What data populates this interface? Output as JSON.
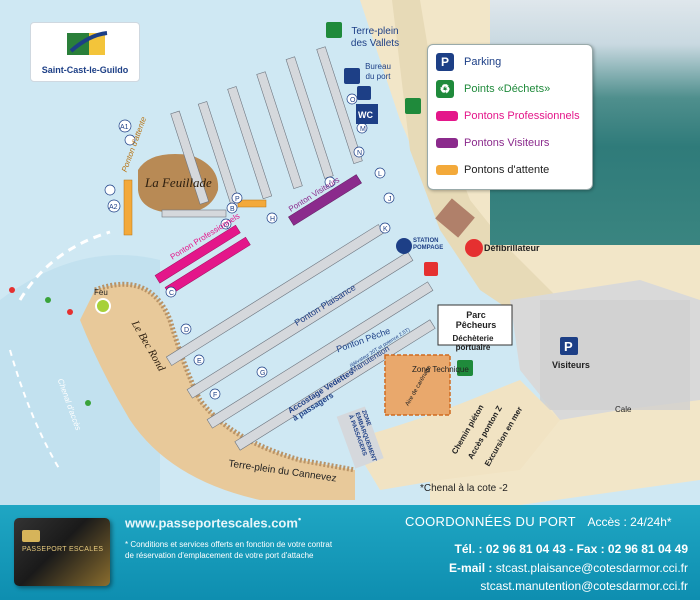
{
  "logo": {
    "name": "Saint-Cast-le-Guildo"
  },
  "legend": {
    "parking": "Parking",
    "points_dechets": "Points «Déchets»",
    "pontons_professionnels": "Pontons Professionnels",
    "pontons_visiteurs": "Pontons Visiteurs",
    "pontons_attente": "Pontons d'attente"
  },
  "colors": {
    "sea": "#cfe8f3",
    "land": "#f2e6c8",
    "beach": "#e8c99a",
    "professional": "#e4168a",
    "visitor": "#8b2a8c",
    "waiting": "#f3a93a",
    "parking": "#1d3f86",
    "waste": "#1f8a3b",
    "footer": "#1fa6c3"
  },
  "map_labels": {
    "terre_plein_vallets": "Terre-plein des Vallets",
    "bureau_du_port": "Bureau du port",
    "wc": "WC",
    "la_feuillade": "La Feuillade",
    "ponton_attente": "Ponton d'attente",
    "ponton_professionnels": "Ponton Professionnels",
    "ponton_visiteurs": "Ponton Visiteurs",
    "ponton_plaisance": "Ponton Plaisance",
    "ponton_peche": "Ponton Pêche",
    "station_pompage": "STATION POMPAGE",
    "defibrillateur": "Défibrillateur",
    "parc_pecheurs": "Parc Pêcheurs",
    "decheterie_portuaire": "Déchèterie portuaire",
    "visiteurs": "Visiteurs",
    "cale": "Cale",
    "feu": "Feu",
    "le_bec_rond": "Le Bec Rond",
    "chenal_acces": "Chenal d'accès",
    "terre_plein_cannevez": "Terre-plein du Cannevez",
    "accostage_vedettes": "Accostage Vedettes à passagers",
    "manutention": "Manutention",
    "manutention_note": "(élévateur 20T et potence 2,5T)",
    "zone_technique": "Zone Technique",
    "aire_carenage": "Aire de carénage",
    "zone_embarquement": "ZONE EMBARQUEMENT À PASSAGERS",
    "chemin_pieton": "Chemin piéton",
    "acces_ponton_z": "Accès ponton Z",
    "excursion_en_mer": "Excursion en mer",
    "chenal_cote": "*Chenal à la cote -2"
  },
  "pontoon_letters": [
    "A1",
    "A2",
    "B",
    "C",
    "D",
    "E",
    "F",
    "G",
    "H",
    "I",
    "J",
    "K",
    "L",
    "M",
    "N",
    "O",
    "P",
    "Q"
  ],
  "footer": {
    "url": "www.passeportescales.com",
    "url_mark": "•",
    "card_title": "PASSEPORT ESCALES",
    "conditions": "* Conditions et services offerts en fonction de votre contrat de réservation d'emplacement de votre port d'attache",
    "coord_title": "COORDONNÉES DU PORT",
    "access": "Accès : 24/24h*",
    "phone": "Tél. : 02 96 81 04 43 - Fax : 02 96 81 04 49",
    "email_label": "E-mail :",
    "email1": "stcast.plaisance@cotesdarmor.cci.fr",
    "email2": "stcast.manutention@cotesdarmor.cci.fr"
  }
}
